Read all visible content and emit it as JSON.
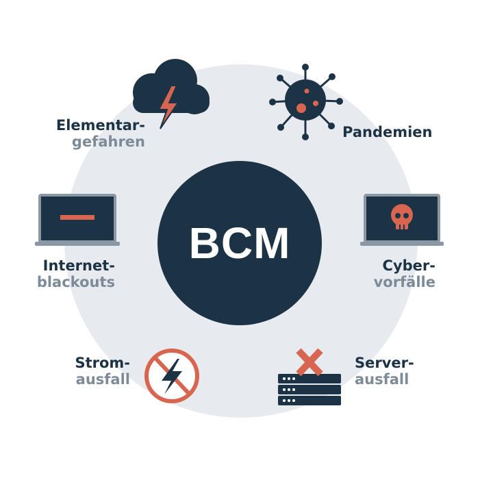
{
  "colors": {
    "navy": "#1c3346",
    "muted": "#7d8b98",
    "accent": "#d86550",
    "ring": "#e7eaee",
    "laptop_frame": "#8a97a5"
  },
  "center": {
    "label": "BCM"
  },
  "threats": [
    {
      "id": "elementar",
      "icon": "storm-cloud-icon",
      "line1": "Elementar-",
      "line2": "gefahren"
    },
    {
      "id": "pandemien",
      "icon": "virus-icon",
      "line1": "Pandemien",
      "line2": ""
    },
    {
      "id": "internet",
      "icon": "laptop-minus-icon",
      "line1": "Internet-",
      "line2": "blackouts"
    },
    {
      "id": "cyber",
      "icon": "laptop-skull-icon",
      "line1": "Cyber-",
      "line2": "vorfälle"
    },
    {
      "id": "strom",
      "icon": "no-power-icon",
      "line1": "Strom-",
      "line2": "ausfall"
    },
    {
      "id": "server",
      "icon": "server-cross-icon",
      "line1": "Server-",
      "line2": "ausfall"
    }
  ]
}
